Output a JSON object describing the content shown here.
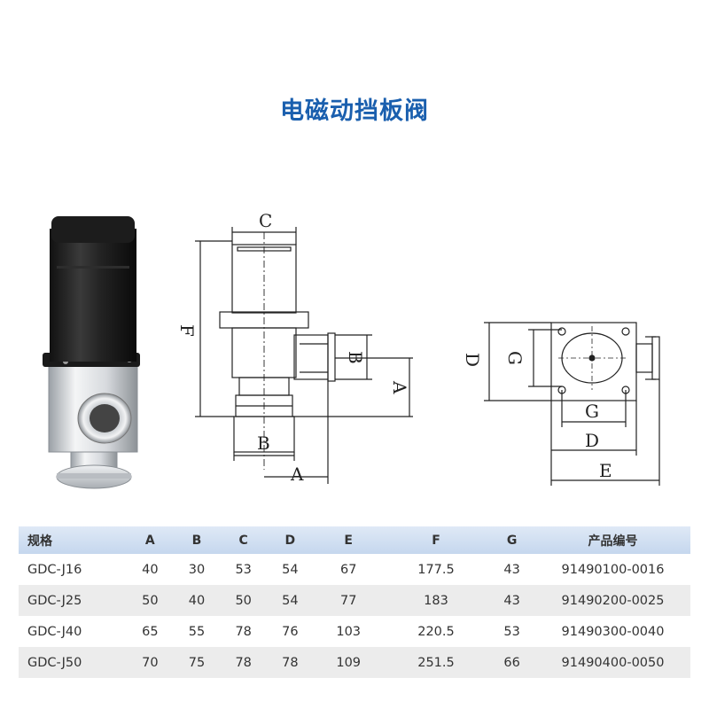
{
  "title": "电磁动挡板阀",
  "drawing": {
    "side_labels": {
      "c": "C",
      "f": "F",
      "b_right": "B",
      "a_right": "A",
      "b_bottom": "B",
      "a_bottom": "A"
    },
    "top_labels": {
      "d_left": "D",
      "g_left": "G",
      "g_bottom": "G",
      "d_bottom": "D",
      "e_bottom": "E"
    }
  },
  "table": {
    "headers": [
      "规格",
      "A",
      "B",
      "C",
      "D",
      "E",
      "F",
      "G",
      "产品编号"
    ],
    "rows": [
      [
        "GDC-J16",
        "40",
        "30",
        "53",
        "54",
        "67",
        "177.5",
        "43",
        "91490100-0016"
      ],
      [
        "GDC-J25",
        "50",
        "40",
        "50",
        "54",
        "77",
        "183",
        "43",
        "91490200-0025"
      ],
      [
        "GDC-J40",
        "65",
        "55",
        "78",
        "76",
        "103",
        "220.5",
        "53",
        "91490300-0040"
      ],
      [
        "GDC-J50",
        "70",
        "75",
        "78",
        "78",
        "109",
        "251.5",
        "66",
        "91490400-0050"
      ]
    ]
  }
}
